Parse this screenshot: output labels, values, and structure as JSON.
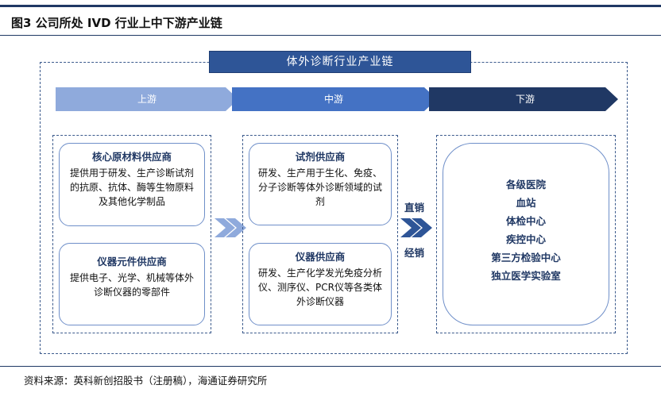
{
  "figure_title": "图3  公司所处 IVD 行业上中下游产业链",
  "banner": "体外诊断行业产业链",
  "stages": {
    "upstream": "上游",
    "midstream": "中游",
    "downstream": "下游"
  },
  "upstream": {
    "raw_materials": {
      "title": "核心原材料供应商",
      "text": "提供用于研发、生产诊断试剂的抗原、抗体、酶等生物原料及其他化学制品"
    },
    "components": {
      "title": "仪器元件供应商",
      "text": "提供电子、光学、机械等体外诊断仪器的零部件"
    }
  },
  "midstream": {
    "reagents": {
      "title": "试剂供应商",
      "text": "研发、生产用于生化、免疫、分子诊断等体外诊断领域的试剂"
    },
    "instruments": {
      "title": "仪器供应商",
      "text": "研发、生产化学发光免疫分析仪、测序仪、PCR仪等各类体外诊断仪器"
    }
  },
  "sales": {
    "direct": "直销",
    "distribution": "经销"
  },
  "downstream": {
    "institutions": [
      "各级医院",
      "血站",
      "体检中心",
      "疾控中心",
      "第三方检验中心",
      "独立医学实验室"
    ]
  },
  "source": "资料来源：英科新创招股书（注册稿），海通证券研究所",
  "colors": {
    "navy": "#1f3864",
    "banner": "#2e5597",
    "upstream_arrow": "#8faadc",
    "midstream_arrow": "#4472c4",
    "downstream_arrow": "#203864",
    "card_border": "#6f8fc9"
  }
}
